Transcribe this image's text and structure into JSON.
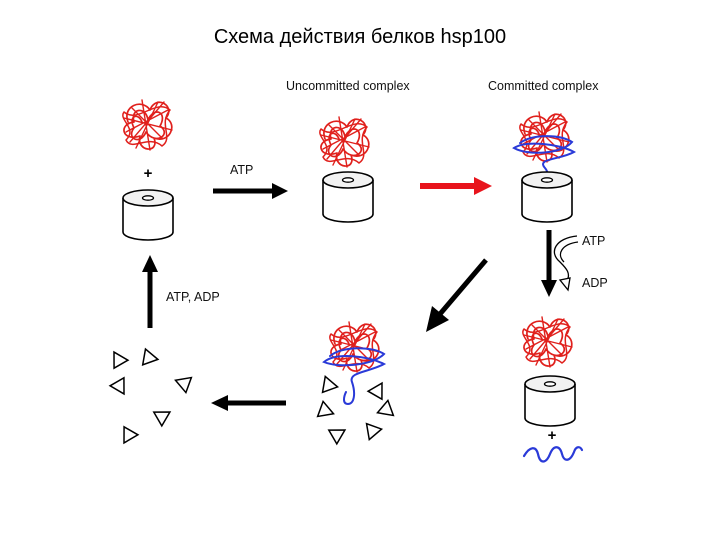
{
  "title": "Схема действия белков hsp100",
  "labels": {
    "uncommitted": "Uncommitted complex",
    "committed": "Committed complex",
    "atp_right": "ATP",
    "atp_loop": "ATP",
    "adp_loop": "ADP",
    "atp_adp_up": "ATP, ADP",
    "plus_top": "+",
    "plus_bottom": "+"
  },
  "colors": {
    "substrate": "#e0201c",
    "threaded": "#2a3ad8",
    "arrow": "#000000",
    "commit_arrow": "#e8141c",
    "chaperone_top": "#f2f2f2",
    "chaperone_side": "#ffffff"
  }
}
